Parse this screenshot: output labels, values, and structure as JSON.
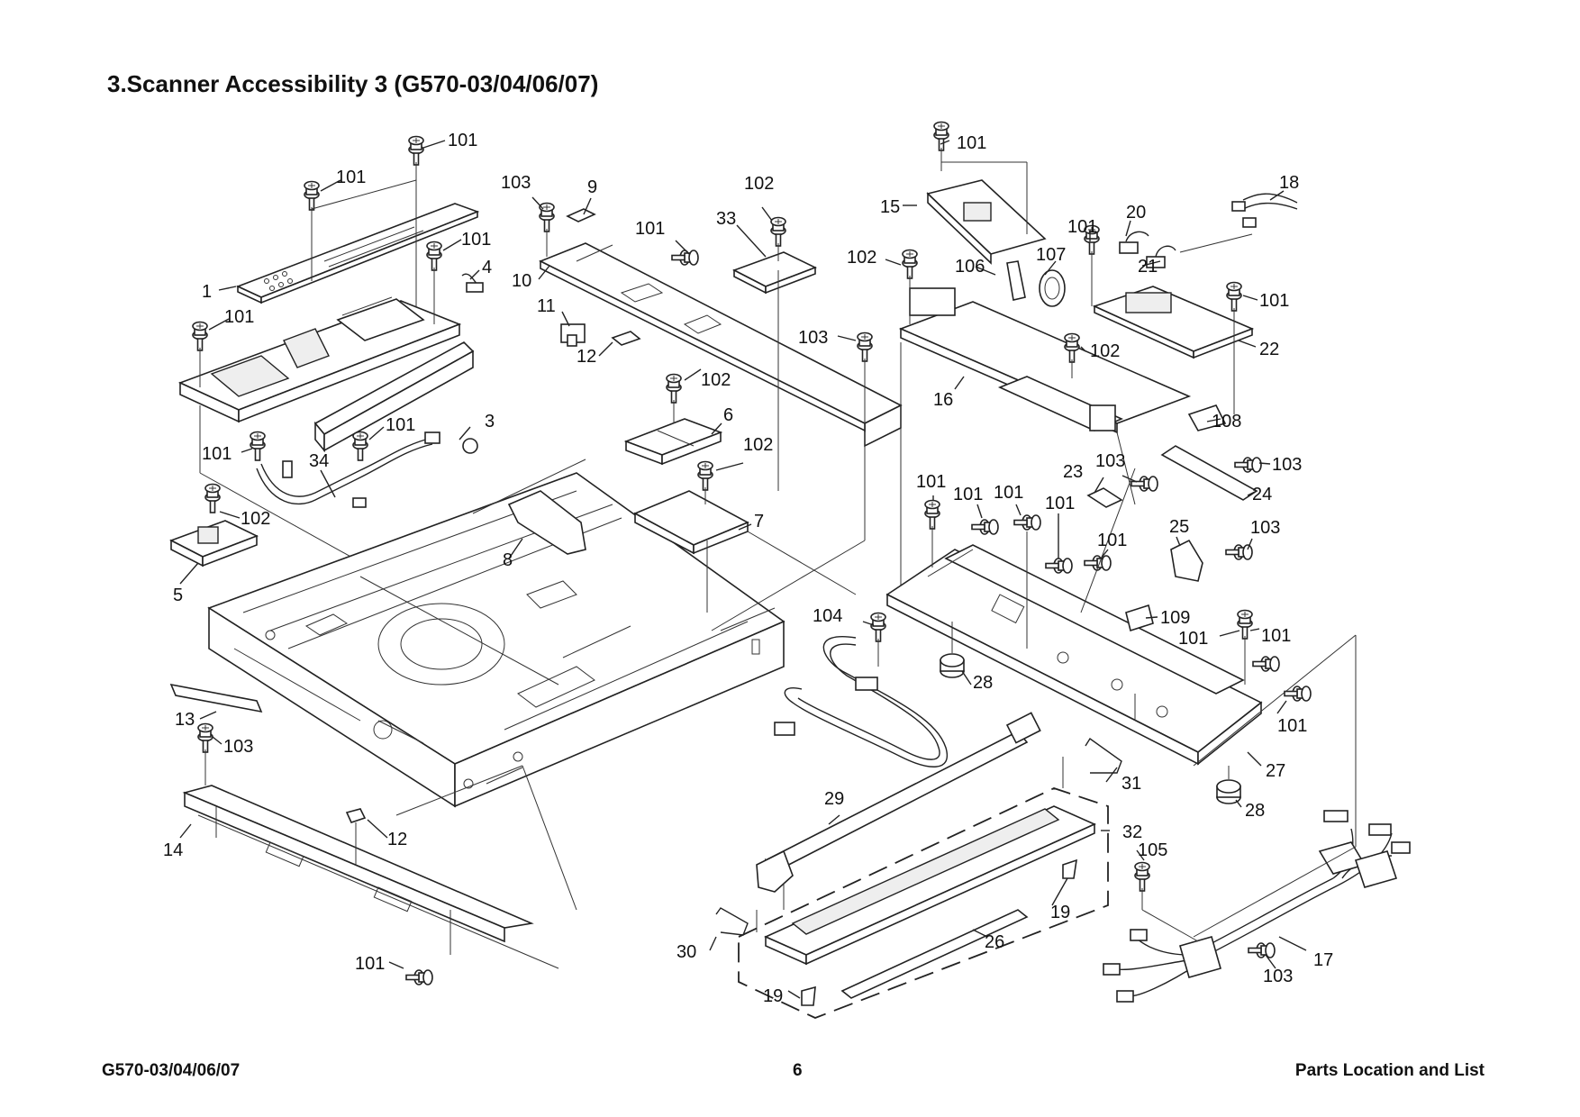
{
  "page": {
    "title": "3.Scanner Accessibility 3 (G570-03/04/06/07)",
    "footer_left": "G570-03/04/06/07",
    "footer_page": "6",
    "footer_right": "Parts Location and List"
  },
  "callouts": [
    {
      "id": "c1",
      "text": "101"
    },
    {
      "id": "c2",
      "text": "101"
    },
    {
      "id": "c3",
      "text": "101"
    },
    {
      "id": "c4",
      "text": "4"
    },
    {
      "id": "c5",
      "text": "1"
    },
    {
      "id": "c6",
      "text": "101"
    },
    {
      "id": "c7",
      "text": "101"
    },
    {
      "id": "c8",
      "text": "3"
    },
    {
      "id": "c9",
      "text": "101"
    },
    {
      "id": "c10",
      "text": "34"
    },
    {
      "id": "c11",
      "text": "102"
    },
    {
      "id": "c12",
      "text": "5"
    },
    {
      "id": "c13",
      "text": "103"
    },
    {
      "id": "c14",
      "text": "9"
    },
    {
      "id": "c15",
      "text": "101"
    },
    {
      "id": "c16",
      "text": "10"
    },
    {
      "id": "c17",
      "text": "11"
    },
    {
      "id": "c18",
      "text": "12"
    },
    {
      "id": "c19",
      "text": "102"
    },
    {
      "id": "c20",
      "text": "33"
    },
    {
      "id": "c21",
      "text": "103"
    },
    {
      "id": "c22",
      "text": "102"
    },
    {
      "id": "c23",
      "text": "6"
    },
    {
      "id": "c24",
      "text": "102"
    },
    {
      "id": "c25",
      "text": "7"
    },
    {
      "id": "c26",
      "text": "8"
    },
    {
      "id": "c27",
      "text": "101"
    },
    {
      "id": "c28",
      "text": "15"
    },
    {
      "id": "c29",
      "text": "102"
    },
    {
      "id": "c30",
      "text": "106"
    },
    {
      "id": "c31",
      "text": "107"
    },
    {
      "id": "c32",
      "text": "101"
    },
    {
      "id": "c33",
      "text": "20"
    },
    {
      "id": "c34",
      "text": "21"
    },
    {
      "id": "c35",
      "text": "18"
    },
    {
      "id": "c36",
      "text": "101"
    },
    {
      "id": "c37",
      "text": "102"
    },
    {
      "id": "c38",
      "text": "22"
    },
    {
      "id": "c39",
      "text": "16"
    },
    {
      "id": "c40",
      "text": "108"
    },
    {
      "id": "c41",
      "text": "103"
    },
    {
      "id": "c42",
      "text": "23"
    },
    {
      "id": "c43",
      "text": "103"
    },
    {
      "id": "c44",
      "text": "24"
    },
    {
      "id": "c45",
      "text": "101"
    },
    {
      "id": "c46",
      "text": "101"
    },
    {
      "id": "c47",
      "text": "101"
    },
    {
      "id": "c48",
      "text": "101"
    },
    {
      "id": "c49",
      "text": "101"
    },
    {
      "id": "c50",
      "text": "25"
    },
    {
      "id": "c51",
      "text": "103"
    },
    {
      "id": "c52",
      "text": "109"
    },
    {
      "id": "c53",
      "text": "101"
    },
    {
      "id": "c54",
      "text": "101"
    },
    {
      "id": "c55",
      "text": "28"
    },
    {
      "id": "c56",
      "text": "101"
    },
    {
      "id": "c57",
      "text": "104"
    },
    {
      "id": "c58",
      "text": "27"
    },
    {
      "id": "c59",
      "text": "28"
    },
    {
      "id": "c60",
      "text": "13"
    },
    {
      "id": "c61",
      "text": "103"
    },
    {
      "id": "c62",
      "text": "14"
    },
    {
      "id": "c63",
      "text": "12"
    },
    {
      "id": "c64",
      "text": "101"
    },
    {
      "id": "c65",
      "text": "29"
    },
    {
      "id": "c66",
      "text": "31"
    },
    {
      "id": "c67",
      "text": "32"
    },
    {
      "id": "c68",
      "text": "105"
    },
    {
      "id": "c69",
      "text": "19"
    },
    {
      "id": "c70",
      "text": "26"
    },
    {
      "id": "c71",
      "text": "30"
    },
    {
      "id": "c72",
      "text": "19"
    },
    {
      "id": "c73",
      "text": "17"
    },
    {
      "id": "c74",
      "text": "103"
    }
  ]
}
